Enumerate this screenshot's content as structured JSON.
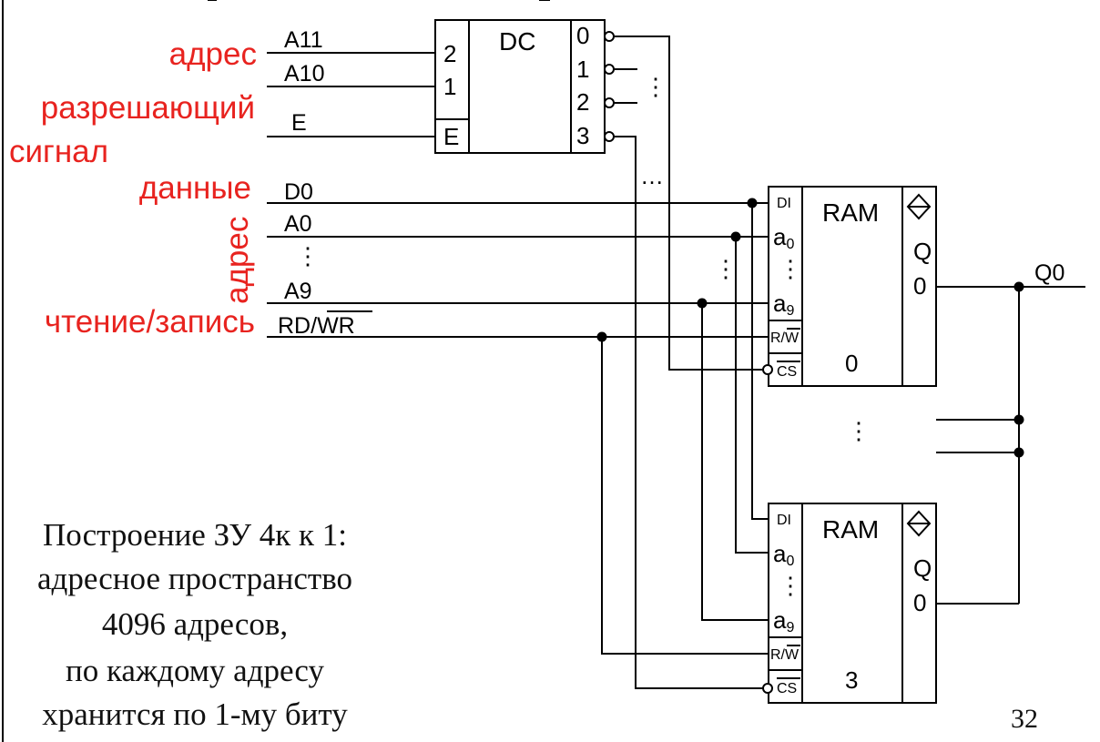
{
  "labels": {
    "address": "адрес",
    "enable_signal_line1": "разрешающий",
    "enable_signal_line2": "сигнал",
    "data": "данные",
    "address_vertical": "адрес",
    "read_write": "чтение/запись"
  },
  "signals": {
    "a11": "A11",
    "a10": "A10",
    "e": "E",
    "d0": "D0",
    "a0": "A0",
    "a9": "A9",
    "rdwr_prefix": "RD/",
    "rdwr_bar": "WR",
    "q0_out": "Q0"
  },
  "decoder": {
    "title": "DC",
    "in_2": "2",
    "in_1": "1",
    "in_e": "E",
    "out_0": "0",
    "out_1": "1",
    "out_2": "2",
    "out_3": "3"
  },
  "ram_blocks": [
    {
      "title": "RAM",
      "di": "DI",
      "a0": "a",
      "a0_sub": "0",
      "a9": "a",
      "a9_sub": "9",
      "rw_r": "R/",
      "rw_w": "W",
      "cs": "CS",
      "q": "Q",
      "q_bit": "0",
      "index": "0"
    },
    {
      "title": "RAM",
      "di": "DI",
      "a0": "a",
      "a0_sub": "0",
      "a9": "a",
      "a9_sub": "9",
      "rw_r": "R/",
      "rw_w": "W",
      "cs": "CS",
      "q": "Q",
      "q_bit": "0",
      "index": "3"
    }
  ],
  "caption": [
    "Построение ЗУ 4к к 1:",
    "адресное пространство",
    "4096 адресов,",
    "по каждому адресу",
    "хранится по 1-му биту"
  ],
  "page_number": "32",
  "colors": {
    "label_red": "#e8231f",
    "line": "#000000"
  }
}
